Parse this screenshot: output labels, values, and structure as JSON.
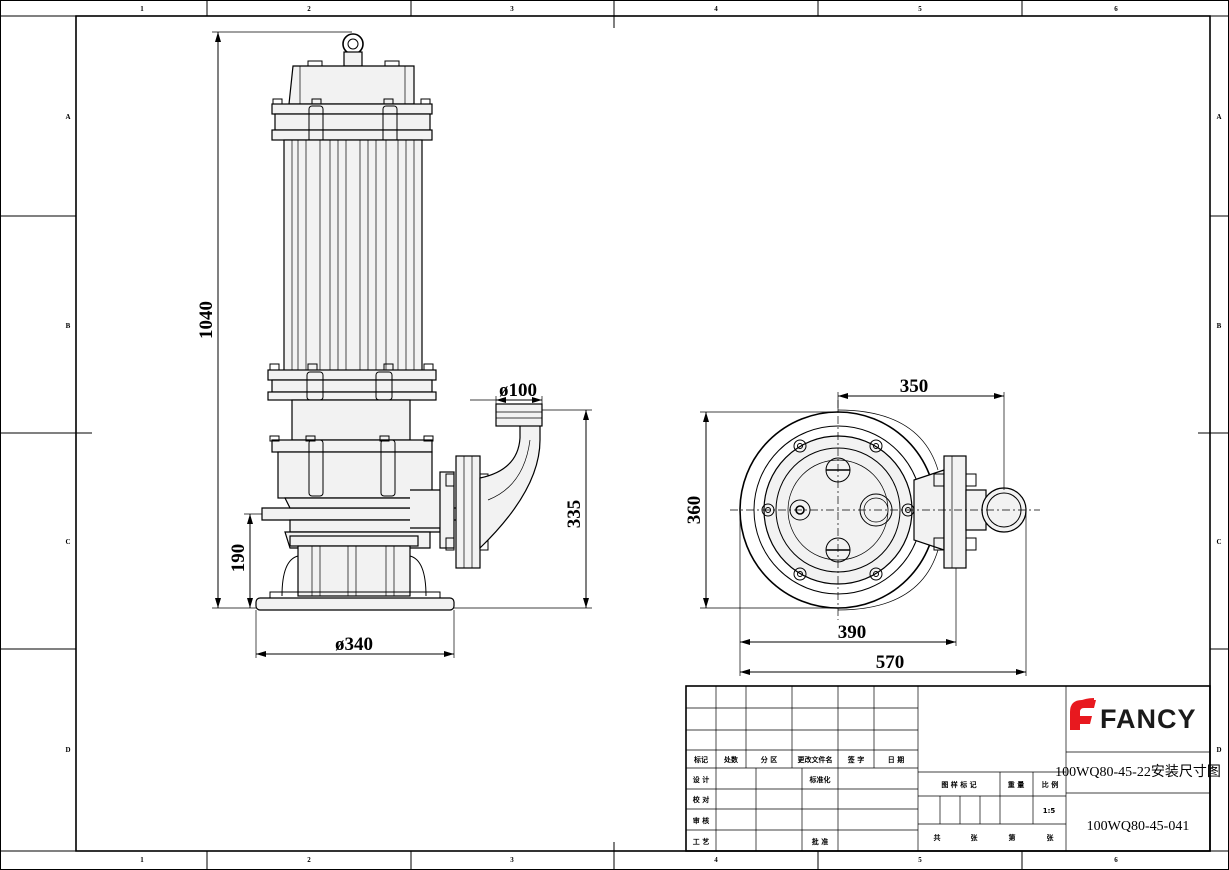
{
  "zones": {
    "columns": [
      "1",
      "2",
      "3",
      "4",
      "5",
      "6"
    ],
    "rows": [
      "A",
      "B",
      "C",
      "D"
    ]
  },
  "dimensions": {
    "total_height": "1040",
    "outlet_diameter": "ø100",
    "outlet_height": "335",
    "base_height": "190",
    "base_diameter": "ø340",
    "plan_outlet_offset": "350",
    "plan_depth": "360",
    "plan_width_inner": "390",
    "plan_width_total": "570"
  },
  "title_block": {
    "brand": "FANCY",
    "drawing_title": "100WQ80-45-22安装尺寸图",
    "drawing_number": "100WQ80-45-041",
    "scale": "1:5",
    "revision_headers": [
      "标记",
      "处数",
      "分 区",
      "更改文件名",
      "签 字",
      "日 期"
    ],
    "sign_rows": [
      "设 计",
      "校 对",
      "审 核",
      "工 艺"
    ],
    "standardization": "标准化",
    "approval": "批 准",
    "stage_headers": [
      "图 样 标 记",
      "重 量",
      "比 例"
    ],
    "sheet_labels": [
      "共",
      "张",
      "第",
      "张"
    ]
  },
  "colors": {
    "line": "#000000",
    "brand_red": "#e8191f",
    "brand_text": "#1a1a1a"
  }
}
